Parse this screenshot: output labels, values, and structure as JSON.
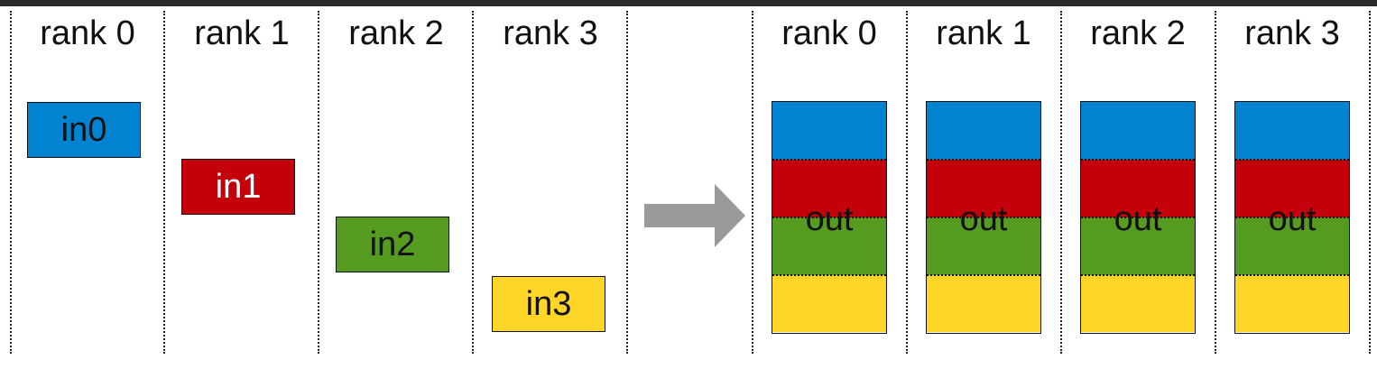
{
  "colors": {
    "blue": "#0083d1",
    "red": "#c4000b",
    "green": "#549b1f",
    "yellow": "#ffd528",
    "arrow": "#9a9a9a"
  },
  "left_ranks": [
    "rank 0",
    "rank 1",
    "rank 2",
    "rank 3"
  ],
  "right_ranks": [
    "rank 0",
    "rank 1",
    "rank 2",
    "rank 3"
  ],
  "inputs": [
    {
      "label": "in0",
      "color": "blue",
      "text_color": "#111111"
    },
    {
      "label": "in1",
      "color": "red",
      "text_color": "#ffffff"
    },
    {
      "label": "in2",
      "color": "green",
      "text_color": "#111111"
    },
    {
      "label": "in3",
      "color": "yellow",
      "text_color": "#111111"
    }
  ],
  "output": {
    "label": "out",
    "segments": [
      "blue",
      "red",
      "green",
      "yellow"
    ]
  },
  "arrow_icon": "right-arrow-icon"
}
